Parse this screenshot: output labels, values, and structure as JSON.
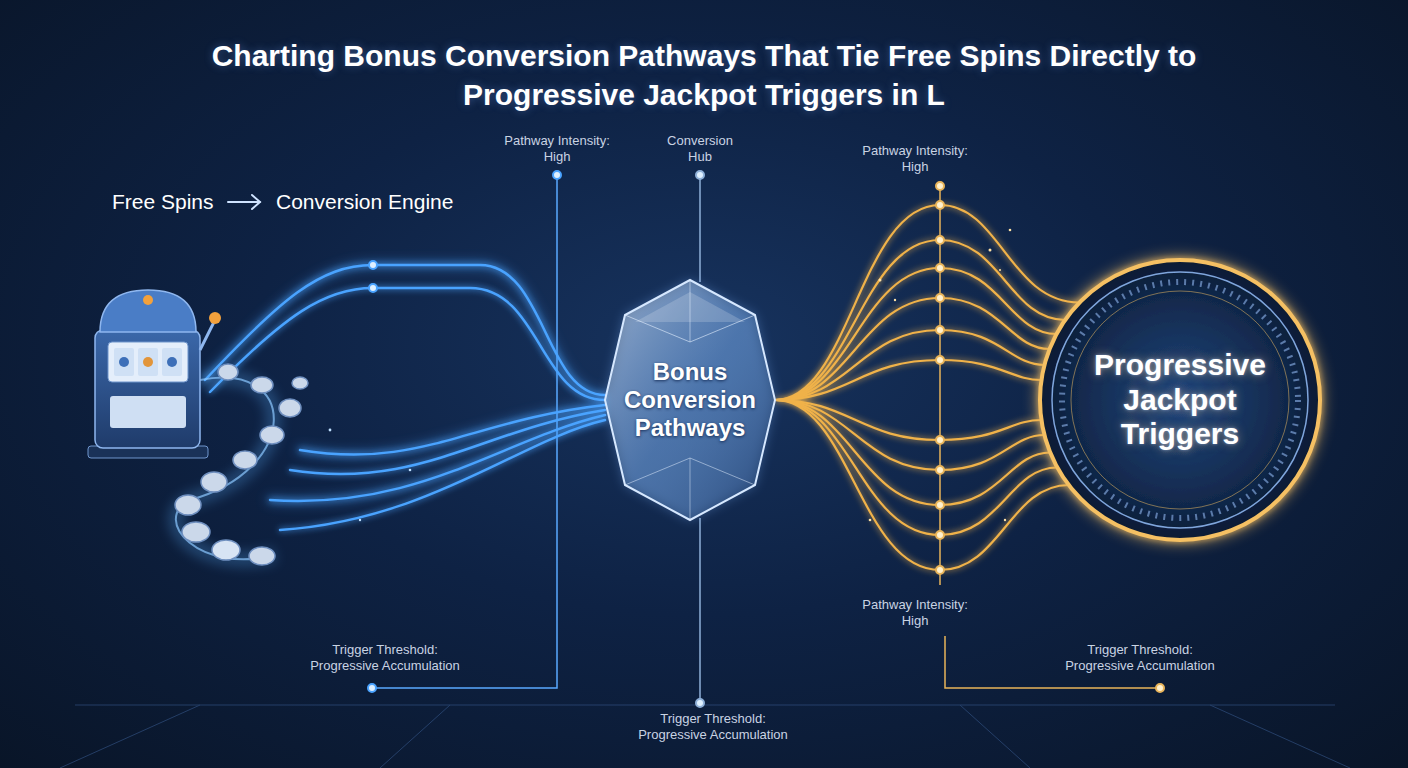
{
  "diagram": {
    "title": "Charting Bonus Conversion Pathways That Tie Free Spins Directly to Progressive Jackpot Triggers in L",
    "nodes": [
      {
        "text": [
          "Bonus Conversion Pathways"
        ]
      },
      {
        "text": [
          "Progressive Jackpot Triggers"
        ]
      }
    ],
    "edges": [
      {
        "from": 0,
        "to": 1,
        "arrow": "none"
      }
    ],
    "labels": [
      "Free Spins",
      "Conversion Engine",
      "Pathway Intensity: High",
      "Conversion Hub",
      "Pathway Intensity: High",
      "Pathway Intensity: High",
      "Trigger Threshold: Progressive Accumulation",
      "Trigger Threshold: Progressive Accumulation",
      "Trigger Threshold: Progressive Accumulation"
    ]
  }
}
